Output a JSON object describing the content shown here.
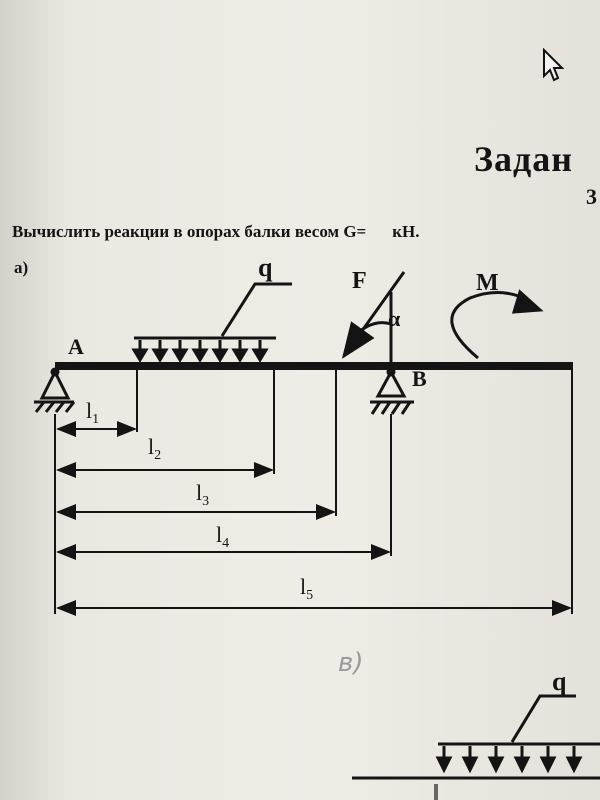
{
  "header": {
    "title": "Задан",
    "subtitle": "3"
  },
  "task_text": {
    "before": "Вычислить реакции в опорах балки весом G=",
    "after": "кН."
  },
  "parts": {
    "a": "а)",
    "b": "в)"
  },
  "diagram": {
    "points": {
      "support_a": "A",
      "support_b": "B"
    },
    "loads": {
      "distributed": "q",
      "force": "F",
      "angle": "α",
      "moment": "M"
    },
    "dimensions": [
      {
        "main": "l",
        "sub": "1"
      },
      {
        "main": "l",
        "sub": "2"
      },
      {
        "main": "l",
        "sub": "3"
      },
      {
        "main": "l",
        "sub": "4"
      },
      {
        "main": "l",
        "sub": "5"
      }
    ]
  },
  "lower_diagram": {
    "distributed": "q"
  },
  "icons": {
    "cursor": "mouse-pointer-icon"
  }
}
